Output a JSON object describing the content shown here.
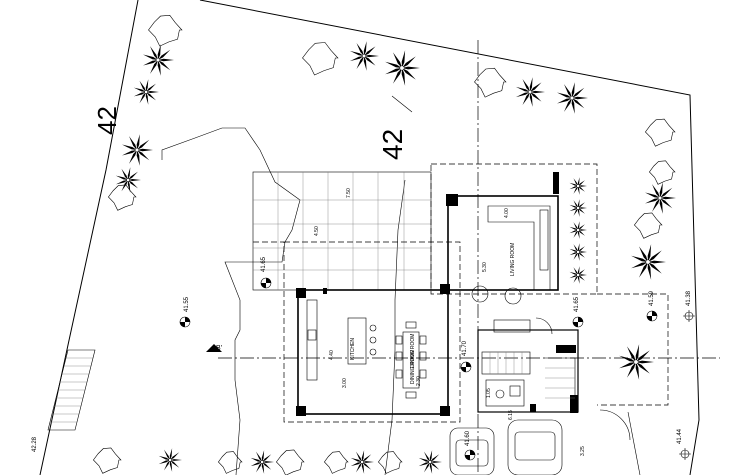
{
  "plot_numbers": [
    "42",
    "42"
  ],
  "dimensions": {
    "d750": "7.50",
    "d450": "4.50",
    "d400": "4.00",
    "d530": "5.30",
    "d440": "4.40",
    "d300": "3.00",
    "d230": "2.30",
    "d615": "6.15",
    "d325": "3.25",
    "d105": "1.05"
  },
  "levels": {
    "l4165a": "41.65",
    "l4155": "41.55",
    "l4165b": "41.65",
    "l4159": "41.59",
    "l4138": "41.38",
    "l4170": "41.70",
    "l4160": "41.60",
    "l4144": "41.44",
    "l4228": "42.28"
  },
  "rooms": {
    "living": "LIVING ROOM",
    "kitchen": "KITCHEN",
    "dining_a": "DINING ROOM",
    "dining_b": "DINING ROOM"
  },
  "section_marker": "B'"
}
